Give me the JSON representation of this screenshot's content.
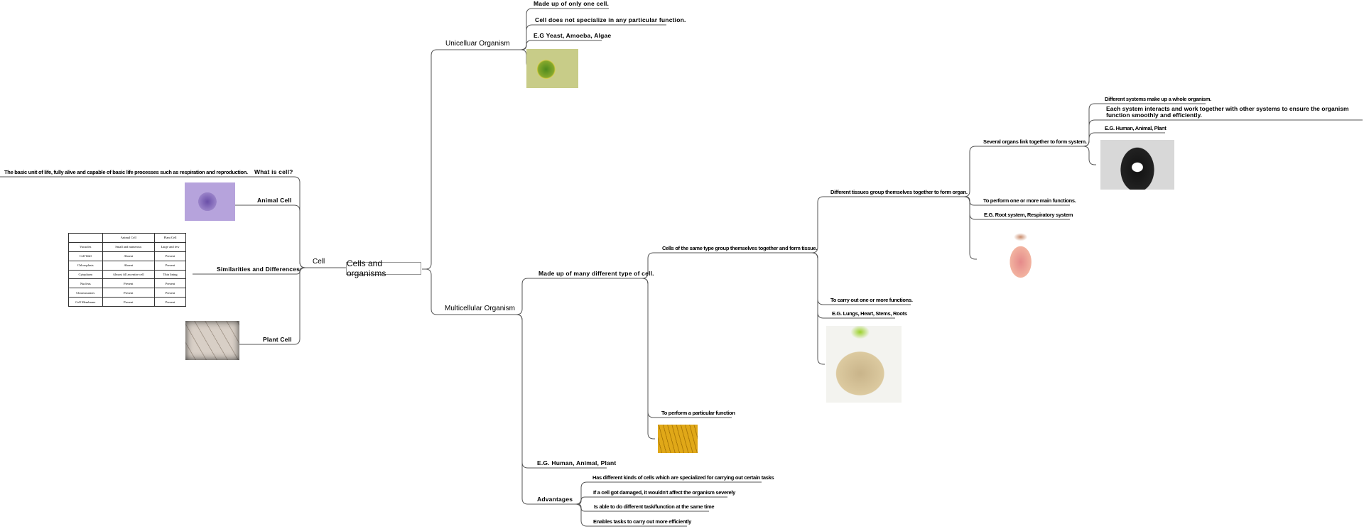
{
  "root": "Cells and organisms",
  "cell": {
    "label": "Cell",
    "what_is": "What is cell?",
    "definition": "The basic unit of life, fully alive and capable of basic life processes such as respiration and reproduction.",
    "animal": "Animal Cell",
    "similarities": "Similarities and Differences",
    "plant": "Plant Cell",
    "table": {
      "headers": [
        "",
        "Animal Cell",
        "Plant Cell"
      ],
      "rows": [
        [
          "Vacuoles",
          "Small and numerous",
          "Large and few"
        ],
        [
          "Cell Wall",
          "Absent",
          "Present"
        ],
        [
          "Chloroplasts",
          "Absent",
          "Present"
        ],
        [
          "Cytoplasm",
          "Almost fill an entire cell",
          "Thin lining"
        ],
        [
          "Nucleus",
          "Present",
          "Present"
        ],
        [
          "Chromosomes",
          "Present",
          "Present"
        ],
        [
          "Cell Membrane",
          "Present",
          "Present"
        ]
      ]
    }
  },
  "unicellular": {
    "label": "Unicelluar Organism",
    "items": [
      "Made up of only one cell.",
      "Cell does not specialize in any particular function.",
      "E.G Yeast, Amoeba, Algae"
    ]
  },
  "multicellular": {
    "label": "Multicellular Organism",
    "many": "Made up of many different type of cell.",
    "tissue": "Cells of the same type group themselves together and form tissue.",
    "organ": "Different tissues group themselves together to form organ.",
    "system": "Several organs link together to form system.",
    "system_items": [
      "Different systems make up a whole organism.",
      "Each system interacts and work together with other systems to ensure the organism function smoothly and efficiently.",
      "E.G. Human, Animal, Plant"
    ],
    "system_fn": "To perform one or more main functions.",
    "system_eg": "E.G. Root system, Respiratory system",
    "organ_fn": "To carry out one or more functions.",
    "organ_eg": "E.G. Lungs, Heart, Stems, Roots",
    "tissue_fn": "To perform a particular function",
    "eg": "E.G. Human, Animal, Plant",
    "advantages": "Advantages",
    "advantage_items": [
      "Has different kinds of cells which are specialized for carrying out certain tasks",
      "If a cell got damaged, it wouldn't affect the organism severely",
      "Is able to do different task/function at the same time",
      "Enables tasks to carry out more efficiently"
    ]
  },
  "colors": {
    "line": "#555555",
    "border": "#999999"
  }
}
